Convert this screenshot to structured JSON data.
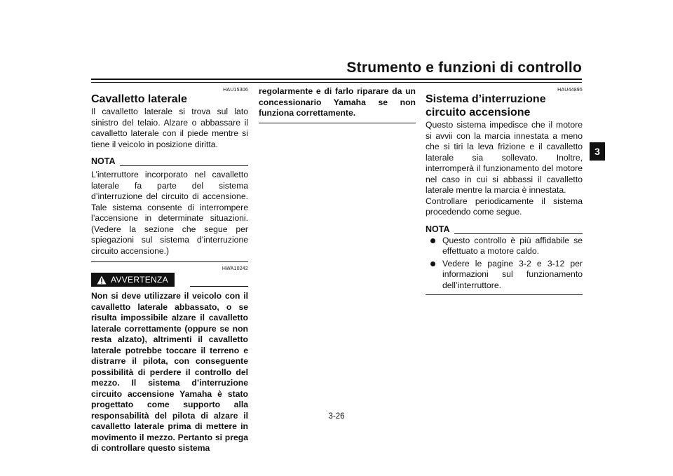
{
  "header": {
    "title": "Strumento e funzioni di controllo",
    "chapter_tab": "3"
  },
  "footer": {
    "page_number": "3-26"
  },
  "left_column": {
    "code": "HAU15306",
    "title": "Cavalletto laterale",
    "paragraph": "Il cavalletto laterale si trova sul lato sinistro del telaio. Alzare o abbassare il cavalletto laterale con il piede mentre si tiene il veicolo in posizione diritta.",
    "nota_label": "NOTA",
    "nota_text": "L’interruttore incorporato nel cavalletto laterale fa parte del sistema d’interruzione del circuito di accensione. Tale sistema consente di interrompere l’accensione in determinate situazioni. (Vedere la sezione che segue per spiegazioni sul sistema d’interruzione circuito accensione.)",
    "warning_code": "HWA10242",
    "warning_label": "AVVERTENZA",
    "warning_text": "Non si deve utilizzare il veicolo con il cavalletto laterale abbassato, o se risulta impossibile alzare il cavalletto laterale correttamente (oppure se non resta alzato), altrimenti il cavalletto laterale potrebbe toccare il terreno e distrarre il pilota, con conseguente possibilità di perdere il controllo del mezzo. Il sistema d’interruzione circuito accensione Yamaha è stato progettato come supporto alla responsabilità del pilota di alzare il cavalletto laterale prima di mettere in movimento il mezzo. Pertanto si prega di controllare questo sistema"
  },
  "middle_column": {
    "warning_continued": "regolarmente e di farlo riparare da un concessionario Yamaha se non funziona correttamente."
  },
  "right_column": {
    "code": "HAU44895",
    "title": "Sistema d’interruzione circuito accensione",
    "paragraph1": "Questo sistema impedisce che il motore si avvii con la marcia innestata a meno che si tiri la leva frizione e il cavalletto laterale sia sollevato. Inoltre, interromperà il funzionamento del motore nel caso in cui si abbassi il cavalletto laterale mentre la marcia è innestata.",
    "paragraph2": "Controllare periodicamente il sistema procedendo come segue.",
    "nota_label": "NOTA",
    "bullets": [
      "Questo controllo è più affidabile se effettuato a motore caldo.",
      "Vedere le pagine 3-2 e 3-12 per informazioni sul funzionamento dell’interruttore."
    ]
  },
  "colors": {
    "text": "#111111",
    "background": "#ffffff"
  }
}
